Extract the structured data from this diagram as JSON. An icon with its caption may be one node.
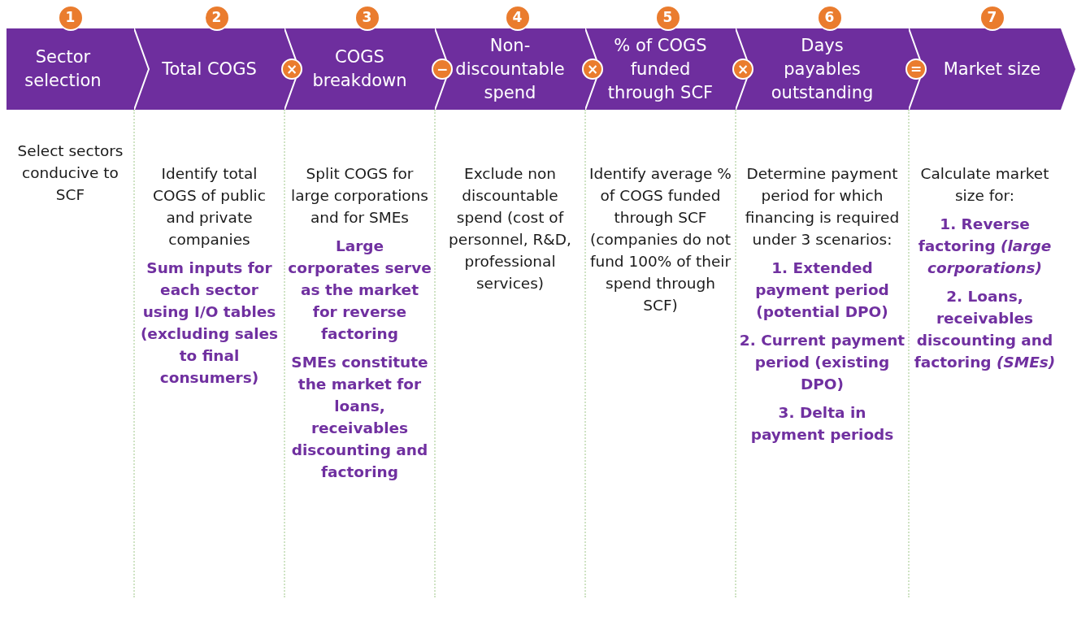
{
  "diagram": {
    "nodes": [
      {
        "text": [
          "Sector selection"
        ],
        "beside": [
          "1",
          "Select sectors conducive to SCF"
        ]
      },
      {
        "text": [
          "Total COGS"
        ],
        "beside": [
          "2",
          "Identify total COGS of public and private companies",
          "Sum inputs for each sector using I/O tables (excluding sales to final consumers)"
        ]
      },
      {
        "text": [
          "COGS breakdown"
        ],
        "beside": [
          "3",
          "Split COGS for large corporations and for SMEs",
          "Large corporates serve as the market for reverse factoring",
          "SMEs constitute the market for loans, receivables discounting and factoring"
        ]
      },
      {
        "text": [
          "Non-discountable spend"
        ],
        "beside": [
          "4",
          "Exclude non discountable spend (cost of personnel, R&D, professional services)"
        ]
      },
      {
        "text": [
          "% of COGS funded through SCF"
        ],
        "beside": [
          "5",
          "Identify average % of COGS funded through SCF (companies do not fund 100% of their spend through SCF)"
        ]
      },
      {
        "text": [
          "Days payables outstanding"
        ],
        "beside": [
          "6",
          "Determine payment period for which financing is required under 3 scenarios:",
          "1. Extended payment period (potential DPO)",
          "2. Current payment period (existing DPO)",
          "3. Delta in payment periods"
        ]
      },
      {
        "text": [
          "Market size"
        ],
        "beside": [
          "7",
          "Calculate market size for:",
          "1. Reverse factoring *(large corporations)*",
          "2. Loans, receivables discounting and factoring *(SMEs)*"
        ]
      }
    ],
    "labels": [
      "×",
      "−",
      "×",
      "×",
      "="
    ]
  }
}
